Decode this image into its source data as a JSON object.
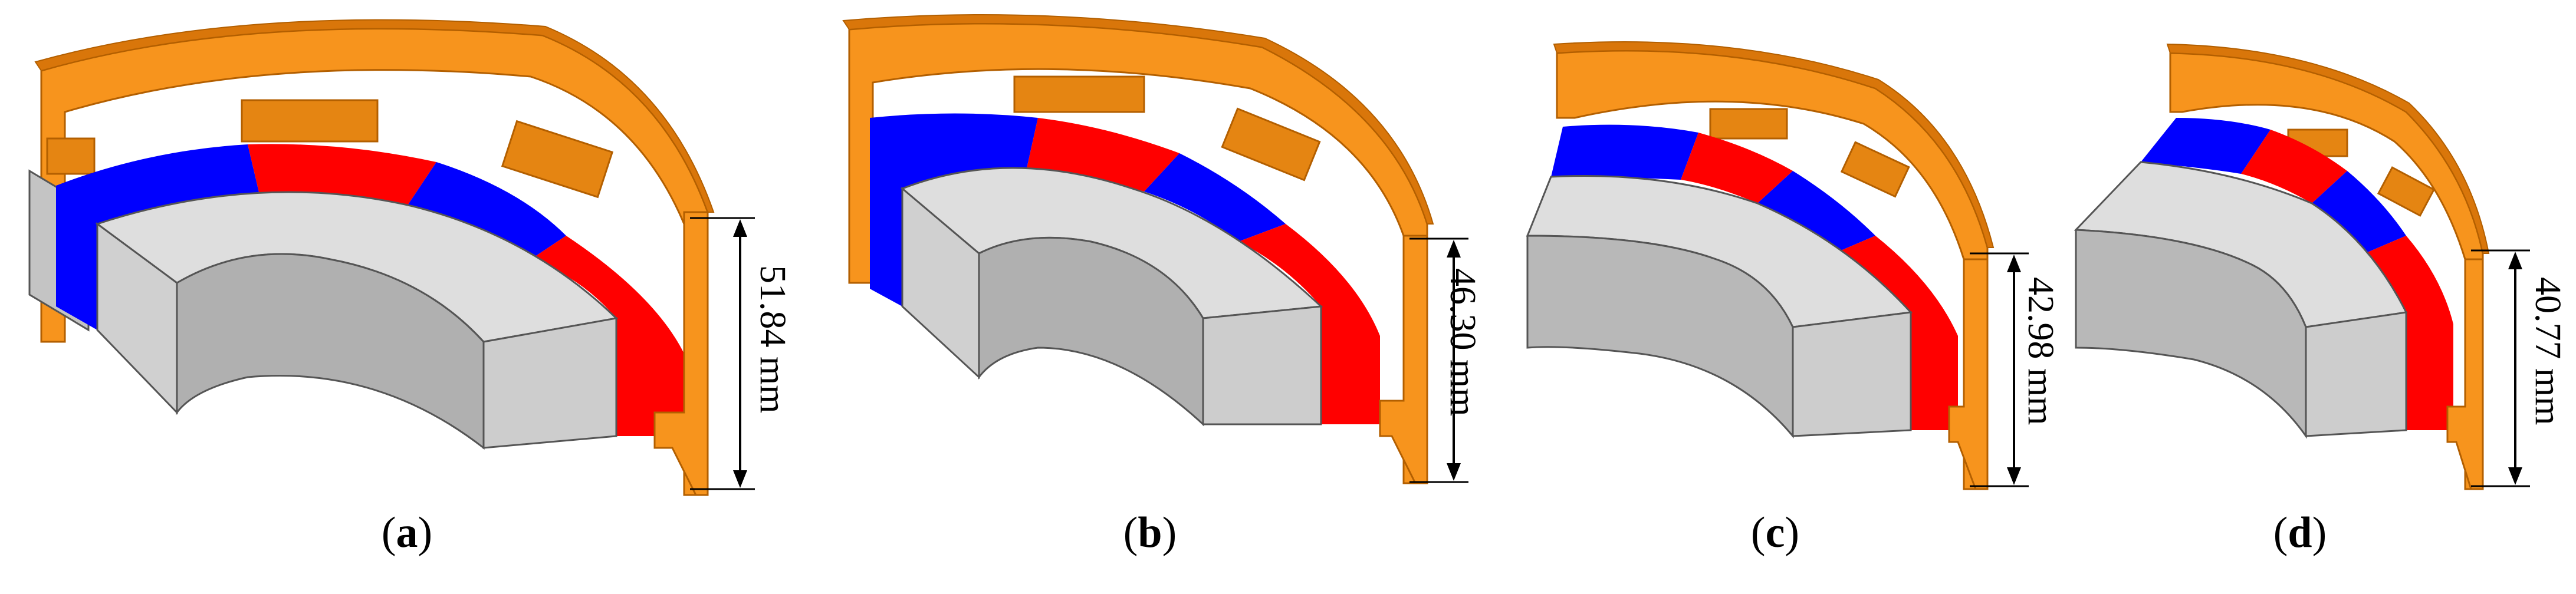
{
  "colors": {
    "housing": "#f7941d",
    "housing_dark": "#d9760a",
    "housing_edge": "#b35f00",
    "magnet_north": "#ff0000",
    "magnet_south": "#0000ff",
    "core_top": "#dedede",
    "core_side": "#c4c4c4",
    "core_inner": "#a9a9a9",
    "outline": "#555555"
  },
  "panels": [
    {
      "id": "a",
      "label": "a",
      "dimension": "51.84 mm"
    },
    {
      "id": "b",
      "label": "b",
      "dimension": "46.30 mm"
    },
    {
      "id": "c",
      "label": "c",
      "dimension": "42.98 mm"
    },
    {
      "id": "d",
      "label": "d",
      "dimension": "40.77 mm"
    }
  ]
}
